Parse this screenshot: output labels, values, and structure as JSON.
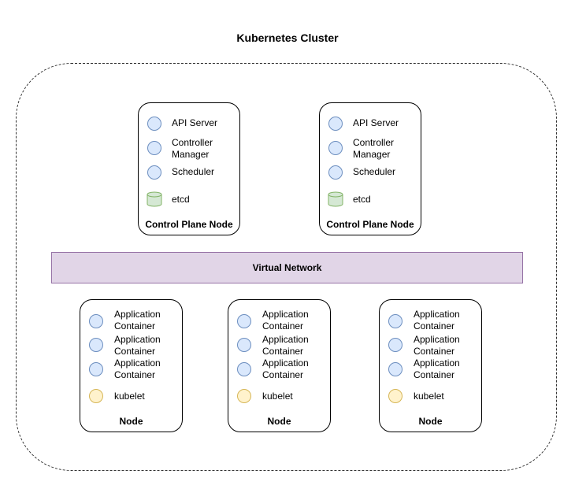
{
  "title": "Kubernetes Cluster",
  "virtual_network": "Virtual Network",
  "control_plane_nodes": [
    {
      "label": "Control Plane Node",
      "components": {
        "api_server": "API Server",
        "controller_manager_line1": "Controller",
        "controller_manager_line2": "Manager",
        "scheduler": "Scheduler",
        "etcd": "etcd"
      }
    },
    {
      "label": "Control Plane Node",
      "components": {
        "api_server": "API Server",
        "controller_manager_line1": "Controller",
        "controller_manager_line2": "Manager",
        "scheduler": "Scheduler",
        "etcd": "etcd"
      }
    }
  ],
  "worker_nodes": [
    {
      "label": "Node",
      "containers": [
        {
          "line1": "Application",
          "line2": "Container"
        },
        {
          "line1": "Application",
          "line2": "Container"
        },
        {
          "line1": "Application",
          "line2": "Container"
        }
      ],
      "kubelet": "kubelet"
    },
    {
      "label": "Node",
      "containers": [
        {
          "line1": "Application",
          "line2": "Container"
        },
        {
          "line1": "Application",
          "line2": "Container"
        },
        {
          "line1": "Application",
          "line2": "Container"
        }
      ],
      "kubelet": "kubelet"
    },
    {
      "label": "Node",
      "containers": [
        {
          "line1": "Application",
          "line2": "Container"
        },
        {
          "line1": "Application",
          "line2": "Container"
        },
        {
          "line1": "Application",
          "line2": "Container"
        }
      ],
      "kubelet": "kubelet"
    }
  ],
  "colors": {
    "component_fill": "#dae8fc",
    "component_stroke": "#6c8ebf",
    "kubelet_fill": "#fff2cc",
    "kubelet_stroke": "#d6b656",
    "etcd_fill": "#d5e8d4",
    "etcd_stroke": "#82b366",
    "network_fill": "#e1d5e7",
    "network_stroke": "#9673a6"
  }
}
